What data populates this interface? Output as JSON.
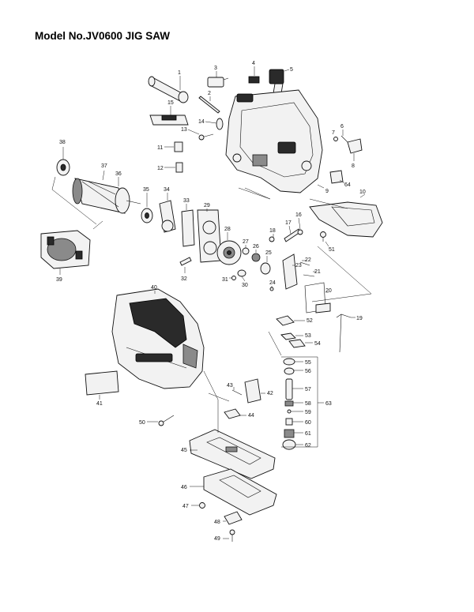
{
  "title": "Model No.JV0600 JIG SAW",
  "parts": [
    {
      "ref": "1"
    },
    {
      "ref": "2"
    },
    {
      "ref": "3"
    },
    {
      "ref": "4"
    },
    {
      "ref": "5"
    },
    {
      "ref": "6"
    },
    {
      "ref": "7"
    },
    {
      "ref": "8"
    },
    {
      "ref": "9"
    },
    {
      "ref": "10"
    },
    {
      "ref": "11"
    },
    {
      "ref": "12"
    },
    {
      "ref": "13"
    },
    {
      "ref": "14"
    },
    {
      "ref": "15"
    },
    {
      "ref": "16"
    },
    {
      "ref": "17"
    },
    {
      "ref": "18"
    },
    {
      "ref": "19"
    },
    {
      "ref": "20"
    },
    {
      "ref": "21"
    },
    {
      "ref": "22"
    },
    {
      "ref": "23"
    },
    {
      "ref": "24"
    },
    {
      "ref": "25"
    },
    {
      "ref": "26"
    },
    {
      "ref": "27"
    },
    {
      "ref": "28"
    },
    {
      "ref": "29"
    },
    {
      "ref": "30"
    },
    {
      "ref": "31"
    },
    {
      "ref": "32"
    },
    {
      "ref": "33"
    },
    {
      "ref": "34"
    },
    {
      "ref": "35"
    },
    {
      "ref": "36"
    },
    {
      "ref": "37"
    },
    {
      "ref": "38"
    },
    {
      "ref": "39"
    },
    {
      "ref": "40"
    },
    {
      "ref": "41"
    },
    {
      "ref": "42"
    },
    {
      "ref": "43"
    },
    {
      "ref": "44"
    },
    {
      "ref": "45"
    },
    {
      "ref": "46"
    },
    {
      "ref": "47"
    },
    {
      "ref": "48"
    },
    {
      "ref": "49"
    },
    {
      "ref": "50"
    },
    {
      "ref": "51"
    },
    {
      "ref": "52"
    },
    {
      "ref": "53"
    },
    {
      "ref": "54"
    },
    {
      "ref": "55"
    },
    {
      "ref": "56"
    },
    {
      "ref": "57"
    },
    {
      "ref": "58"
    },
    {
      "ref": "59"
    },
    {
      "ref": "60"
    },
    {
      "ref": "61"
    },
    {
      "ref": "62"
    },
    {
      "ref": "63"
    },
    {
      "ref": "64"
    }
  ]
}
